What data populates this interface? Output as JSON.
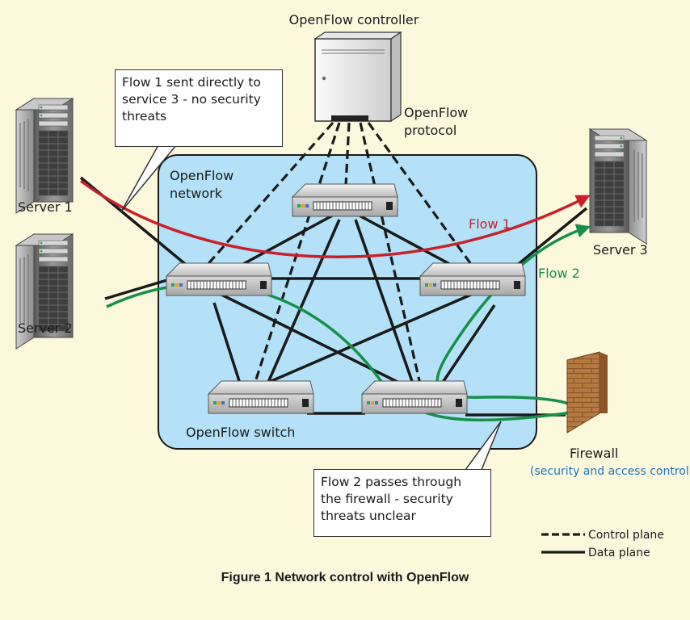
{
  "controller_label": "OpenFlow controller",
  "protocol_label": [
    "OpenFlow",
    "protocol"
  ],
  "network_label": [
    "OpenFlow",
    "network"
  ],
  "switch_label": "OpenFlow switch",
  "servers": [
    "Server 1",
    "Server 2",
    "Server 3"
  ],
  "flows": {
    "flow1": "Flow 1",
    "flow2": "Flow 2"
  },
  "firewall": {
    "label": "Firewall",
    "sublabel": "(security and access control)"
  },
  "callouts": {
    "flow1": "Flow 1 sent directly to\nservice 3 - no security\nthreats",
    "flow2": "Flow 2 passes through\nthe firewall - security\nthreats unclear"
  },
  "legend": {
    "control": "Control plane",
    "data": "Data plane"
  },
  "caption": "Figure 1  Network control with OpenFlow",
  "colors": {
    "background": "#fcf8dc",
    "network": "#b4e1f8",
    "flow1": "#c8202a",
    "flow2": "#14904a",
    "accent_text": "#1b75bc"
  }
}
